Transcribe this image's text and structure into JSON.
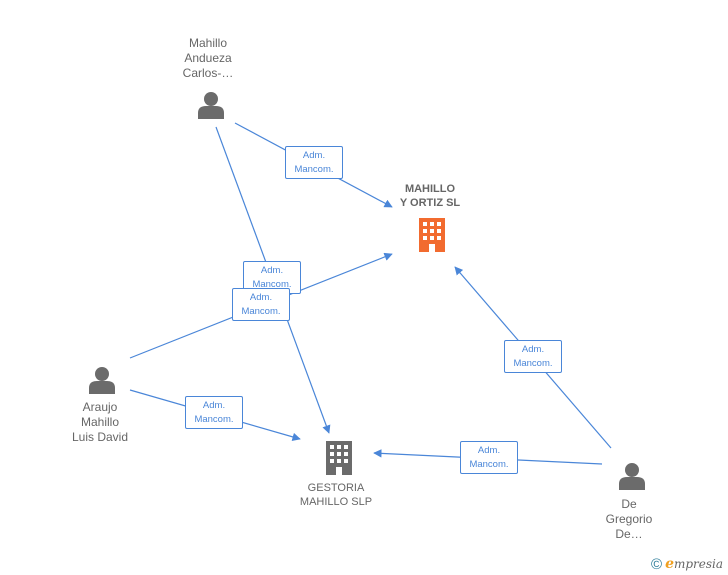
{
  "colors": {
    "edge": "#4a86d8",
    "label_text": "#666666",
    "main_company": "#f26b2f",
    "company": "#6b6b6b",
    "person": "#6b6b6b",
    "copyright": "#2d7d9a",
    "brand_e": "#f0a020"
  },
  "companies": {
    "main": {
      "label": "MAHILLO\nY ORTIZ  SL",
      "icon": "building-icon"
    },
    "gestoria": {
      "label": "GESTORIA\nMAHILLO SLP",
      "icon": "building-icon"
    }
  },
  "people": {
    "carlos": {
      "label": "Mahillo\nAndueza\nCarlos-…",
      "icon": "person-icon"
    },
    "araujo": {
      "label": "Araujo\nMahillo\nLuis David",
      "icon": "person-icon"
    },
    "degregorio": {
      "label": "De\nGregorio\nDe…",
      "icon": "person-icon"
    }
  },
  "relations": {
    "carlos_main": "Adm.\nMancom.",
    "carlos_gestoria": "Adm.\nMancom.",
    "araujo_main": "Adm.\nMancom.",
    "araujo_gestoria": "Adm.\nMancom.",
    "degregorio_main": "Adm.\nMancom.",
    "degregorio_gestoria": "Adm.\nMancom."
  },
  "footer": {
    "copyright_symbol": "©",
    "brand_initial": "e",
    "brand_rest": "mpresia"
  }
}
